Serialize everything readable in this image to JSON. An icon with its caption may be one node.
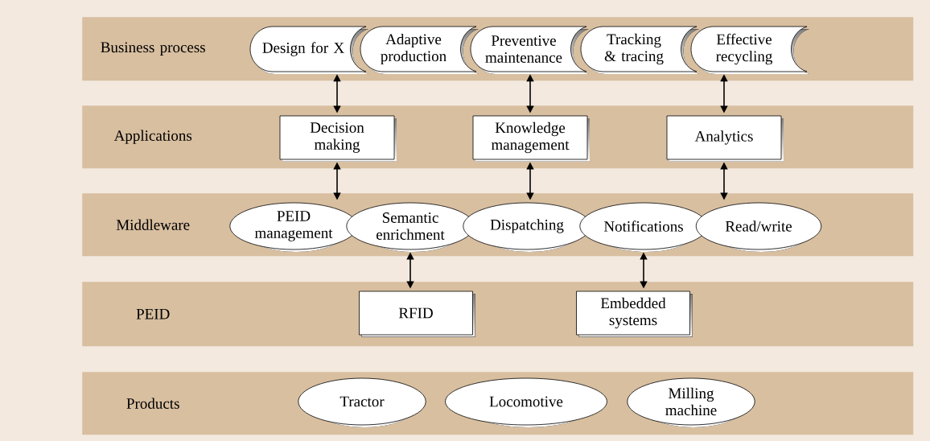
{
  "diagram": {
    "nodes": [
      {
        "text": [
          "Business process"
        ]
      },
      {
        "text": [
          "Design for X"
        ],
        "in": 0
      },
      {
        "text": [
          "Adaptive production"
        ],
        "in": 0
      },
      {
        "text": [
          "Preventive maintenance"
        ],
        "in": 0
      },
      {
        "text": [
          "Tracking & tracing"
        ],
        "in": 0
      },
      {
        "text": [
          "Effective recycling"
        ],
        "in": 0
      },
      {
        "text": [
          "Applications"
        ]
      },
      {
        "text": [
          "Decision making"
        ],
        "in": 6
      },
      {
        "text": [
          "Knowledge management"
        ],
        "in": 6
      },
      {
        "text": [
          "Analytics"
        ],
        "in": 6
      },
      {
        "text": [
          "Middleware"
        ]
      },
      {
        "text": [
          "PEID management"
        ],
        "in": 10
      },
      {
        "text": [
          "Semantic enrichment"
        ],
        "in": 10
      },
      {
        "text": [
          "Dispatching"
        ],
        "in": 10
      },
      {
        "text": [
          "Notifications"
        ],
        "in": 10
      },
      {
        "text": [
          "Read/write"
        ],
        "in": 10
      },
      {
        "text": [
          "PEID"
        ]
      },
      {
        "text": [
          "RFID"
        ],
        "in": 16
      },
      {
        "text": [
          "Embedded systems"
        ],
        "in": 16
      },
      {
        "text": [
          "Products"
        ]
      },
      {
        "text": [
          "Tractor"
        ],
        "in": 19
      },
      {
        "text": [
          "Locomotive"
        ],
        "in": 19
      },
      {
        "text": [
          "Milling machine"
        ],
        "in": 19
      }
    ],
    "edges": [
      {
        "from": 1,
        "to": 7,
        "arrow": "both"
      },
      {
        "from": 3,
        "to": 8,
        "arrow": "both"
      },
      {
        "from": 5,
        "to": 9,
        "arrow": "both"
      },
      {
        "from": 7,
        "to": 11,
        "arrow": "both"
      },
      {
        "from": 8,
        "to": 13,
        "arrow": "both"
      },
      {
        "from": 9,
        "to": 15,
        "arrow": "both"
      },
      {
        "from": 12,
        "to": 17,
        "arrow": "both"
      },
      {
        "from": 14,
        "to": 18,
        "arrow": "both"
      }
    ]
  }
}
